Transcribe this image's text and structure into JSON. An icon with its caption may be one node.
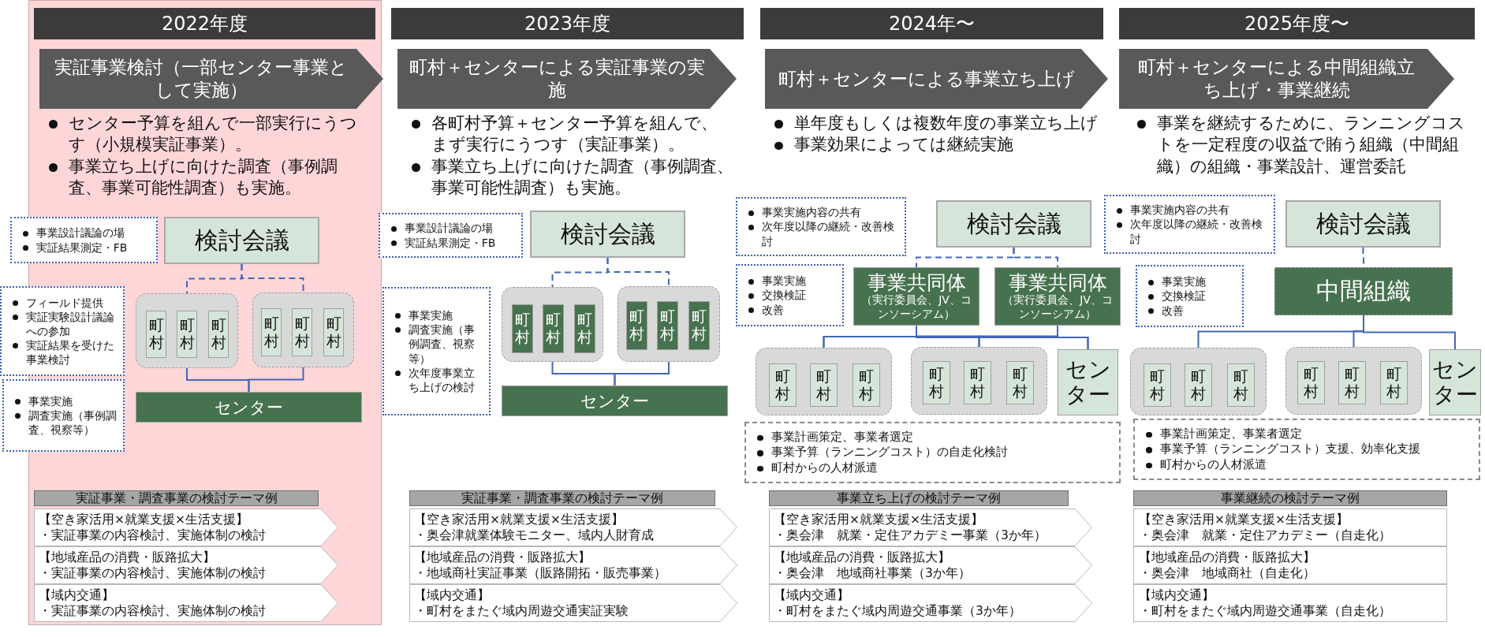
{
  "diagram": {
    "nodes": [
      {
        "text": [
          "2022年度"
        ]
      },
      {
        "text": [
          "実証事業検討（一部センター事業として実施）"
        ]
      },
      {
        "text": [
          "事業設計議論の場",
          "実証結果測定・FB"
        ]
      },
      {
        "text": [
          "検討会議"
        ]
      },
      {
        "text": [
          "フィールド提供",
          "実証実験設計議論への参加",
          "実証結果を受けた事業検討"
        ]
      },
      {
        "text": [],
        "shape": "box"
      },
      {
        "text": [
          "町村"
        ],
        "in": 5
      },
      {
        "text": [
          "町村"
        ],
        "in": 5
      },
      {
        "text": [
          "町村"
        ],
        "in": 5
      },
      {
        "text": [],
        "shape": "box"
      },
      {
        "text": [
          "町村"
        ],
        "in": 9
      },
      {
        "text": [
          "町村"
        ],
        "in": 9
      },
      {
        "text": [
          "町村"
        ],
        "in": 9
      },
      {
        "text": [
          "事業実施",
          "調査実施（事例調査、視察等）"
        ]
      },
      {
        "text": [
          "センター"
        ]
      },
      {
        "text": [
          "実証事業・調査事業の検討テーマ例"
        ]
      },
      {
        "text": [
          "【空き家活用×就業支援×生活支援】",
          "・実証事業の内容検討、実施体制の検討"
        ]
      },
      {
        "text": [
          "【地域産品の消費・販路拡大】",
          "・実証事業の内容検討、実施体制の検討"
        ]
      },
      {
        "text": [
          "【域内交通】",
          "・実証事業の内容検討、実施体制の検討"
        ]
      },
      {
        "text": [
          "2023年度"
        ]
      },
      {
        "text": [
          "町村＋センターによる実証事業の実施"
        ]
      },
      {
        "text": [
          "事業設計議論の場",
          "実証結果測定・FB"
        ]
      },
      {
        "text": [
          "検討会議"
        ]
      },
      {
        "text": [
          "事業実施",
          "調査実施（事例調査、視察等）",
          "次年度事業立ち上げの検討"
        ]
      },
      {
        "text": [],
        "shape": "box"
      },
      {
        "text": [
          "町村"
        ],
        "in": 24
      },
      {
        "text": [
          "町村"
        ],
        "in": 24
      },
      {
        "text": [
          "町村"
        ],
        "in": 24
      },
      {
        "text": [],
        "shape": "box"
      },
      {
        "text": [
          "町村"
        ],
        "in": 28
      },
      {
        "text": [
          "町村"
        ],
        "in": 28
      },
      {
        "text": [
          "町村"
        ],
        "in": 28
      },
      {
        "text": [
          "センター"
        ]
      },
      {
        "text": [
          "実証事業・調査事業の検討テーマ例"
        ]
      },
      {
        "text": [
          "【空き家活用×就業支援×生活支援】",
          "・奥会津就業体験モニター、域内人財育成"
        ]
      },
      {
        "text": [
          "【地域産品の消費・販路拡大】",
          "・地域商社実証事業（販路開拓・販売事業）"
        ]
      },
      {
        "text": [
          "【域内交通】",
          "・町村をまたぐ域内周遊交通実証実験"
        ]
      },
      {
        "text": [
          "2024年〜"
        ]
      },
      {
        "text": [
          "町村＋センターによる事業立ち上げ"
        ]
      },
      {
        "text": [
          "事業実施内容の共有",
          "次年度以降の継続・改善検討"
        ]
      },
      {
        "text": [
          "検討会議"
        ]
      },
      {
        "text": [
          "事業実施",
          "交換検証",
          "改善"
        ]
      },
      {
        "text": [
          "事業共同体",
          "（実行委員会、JV、コンソーシアム）"
        ]
      },
      {
        "text": [
          "事業共同体",
          "（実行委員会、JV、コンソーシアム）"
        ]
      },
      {
        "text": [],
        "shape": "box"
      },
      {
        "text": [
          "町村"
        ],
        "in": 44
      },
      {
        "text": [
          "町村"
        ],
        "in": 44
      },
      {
        "text": [
          "町村"
        ],
        "in": 44
      },
      {
        "text": [],
        "shape": "box"
      },
      {
        "text": [
          "町村"
        ],
        "in": 48
      },
      {
        "text": [
          "町村"
        ],
        "in": 48
      },
      {
        "text": [
          "町村"
        ],
        "in": 48
      },
      {
        "text": [
          "センター"
        ]
      },
      {
        "text": [
          "事業計画策定、事業者選定",
          "事業予算（ランニングコスト）の自走化検討",
          "町村からの人材派遣"
        ]
      },
      {
        "text": [
          "事業立ち上げの検討テーマ例"
        ]
      },
      {
        "text": [
          "【空き家活用×就業支援×生活支援】",
          "・奥会津　就業・定住アカデミー事業（3か年）"
        ]
      },
      {
        "text": [
          "【地域産品の消費・販路拡大】",
          "・奥会津　地域商社事業（3か年）"
        ]
      },
      {
        "text": [
          "【域内交通】",
          "・町村をまたぐ域内周遊交通事業（3か年）"
        ]
      },
      {
        "text": [
          "2025年度〜"
        ]
      },
      {
        "text": [
          "町村＋センターによる中間組織立ち上げ・事業継続"
        ]
      },
      {
        "text": [
          "事業実施内容の共有",
          "次年度以降の継続・改善検討"
        ]
      },
      {
        "text": [
          "検討会議"
        ]
      },
      {
        "text": [
          "事業実施",
          "交換検証",
          "改善"
        ]
      },
      {
        "text": [
          "中間組織"
        ]
      },
      {
        "text": [],
        "shape": "box"
      },
      {
        "text": [
          "町村"
        ],
        "in": 64
      },
      {
        "text": [
          "町村"
        ],
        "in": 64
      },
      {
        "text": [
          "町村"
        ],
        "in": 64
      },
      {
        "text": [],
        "shape": "box"
      },
      {
        "text": [
          "町村"
        ],
        "in": 68
      },
      {
        "text": [
          "町村"
        ],
        "in": 68
      },
      {
        "text": [
          "町村"
        ],
        "in": 68
      },
      {
        "text": [
          "センター"
        ]
      },
      {
        "text": [
          "事業計画策定、事業者選定",
          "事業予算（ランニングコスト）支援、効率化支援",
          "町村からの人材派遣"
        ]
      },
      {
        "text": [
          "事業継続の検討テーマ例"
        ]
      },
      {
        "text": [
          "【空き家活用×就業支援×生活支援】",
          "・奥会津　就業・定住アカデミー（自走化）"
        ]
      },
      {
        "text": [
          "【地域産品の消費・販路拡大】",
          "・奥会津　地域商社（自走化）"
        ]
      },
      {
        "text": [
          "【域内交通】",
          "・町村をまたぐ域内周遊交通事業（自走化）"
        ]
      }
    ],
    "edges": [
      {
        "from": 3,
        "to": 5,
        "arrow": "none",
        "style": "dashed"
      },
      {
        "from": 3,
        "to": 9,
        "arrow": "none",
        "style": "dashed"
      },
      {
        "from": 5,
        "to": 14,
        "arrow": "none"
      },
      {
        "from": 9,
        "to": 14,
        "arrow": "none"
      },
      {
        "from": 22,
        "to": 24,
        "arrow": "none",
        "style": "dashed"
      },
      {
        "from": 22,
        "to": 28,
        "arrow": "none",
        "style": "dashed"
      },
      {
        "from": 24,
        "to": 32,
        "arrow": "none"
      },
      {
        "from": 28,
        "to": 32,
        "arrow": "none"
      },
      {
        "from": 40,
        "to": 42,
        "arrow": "none",
        "style": "dashed"
      },
      {
        "from": 40,
        "to": 43,
        "arrow": "none",
        "style": "dashed"
      },
      {
        "from": 42,
        "to": 44,
        "arrow": "none"
      },
      {
        "from": 42,
        "to": 48,
        "arrow": "none"
      },
      {
        "from": 42,
        "to": 52,
        "arrow": "none"
      },
      {
        "from": 43,
        "to": 44,
        "arrow": "none"
      },
      {
        "from": 43,
        "to": 48,
        "arrow": "none"
      },
      {
        "from": 43,
        "to": 52,
        "arrow": "none"
      },
      {
        "from": 61,
        "to": 63,
        "arrow": "none",
        "style": "dashed"
      },
      {
        "from": 63,
        "to": 64,
        "arrow": "none"
      },
      {
        "from": 63,
        "to": 68,
        "arrow": "none"
      },
      {
        "from": 63,
        "to": 72,
        "arrow": "none"
      }
    ],
    "labels": [
      "センター予算を組んで一部実行にうつす（小規模実証事業）。",
      "事業立ち上げに向けた調査（事例調査、事業可能性調査）も実施。",
      "各町村予算＋センター予算を組んで、まず実行にうつす（実証事業）。",
      "事業立ち上げに向けた調査（事例調査、事業可能性調査）も実施。",
      "単年度もしくは複数年度の事業立ち上げ",
      "事業効果によっては継続実施",
      "事業を継続するために、ランニングコストを一定程度の収益で賄う組織（中間組織）の組織・事業設計、運営委託"
    ]
  }
}
